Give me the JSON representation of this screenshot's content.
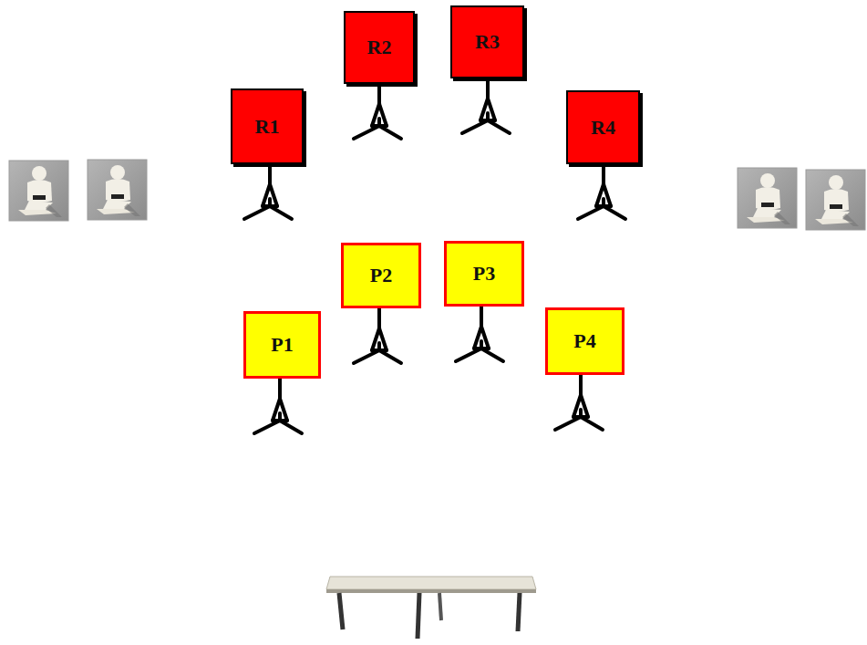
{
  "diagram": {
    "nodes": [
      {
        "text": [
          "R1"
        ]
      },
      {
        "text": [
          "R2"
        ]
      },
      {
        "text": [
          "R3"
        ]
      },
      {
        "text": [
          "R4"
        ]
      },
      {
        "text": [
          "P1"
        ]
      },
      {
        "text": [
          "P2"
        ]
      },
      {
        "text": [
          "P3"
        ]
      },
      {
        "text": [
          "P4"
        ]
      }
    ]
  }
}
